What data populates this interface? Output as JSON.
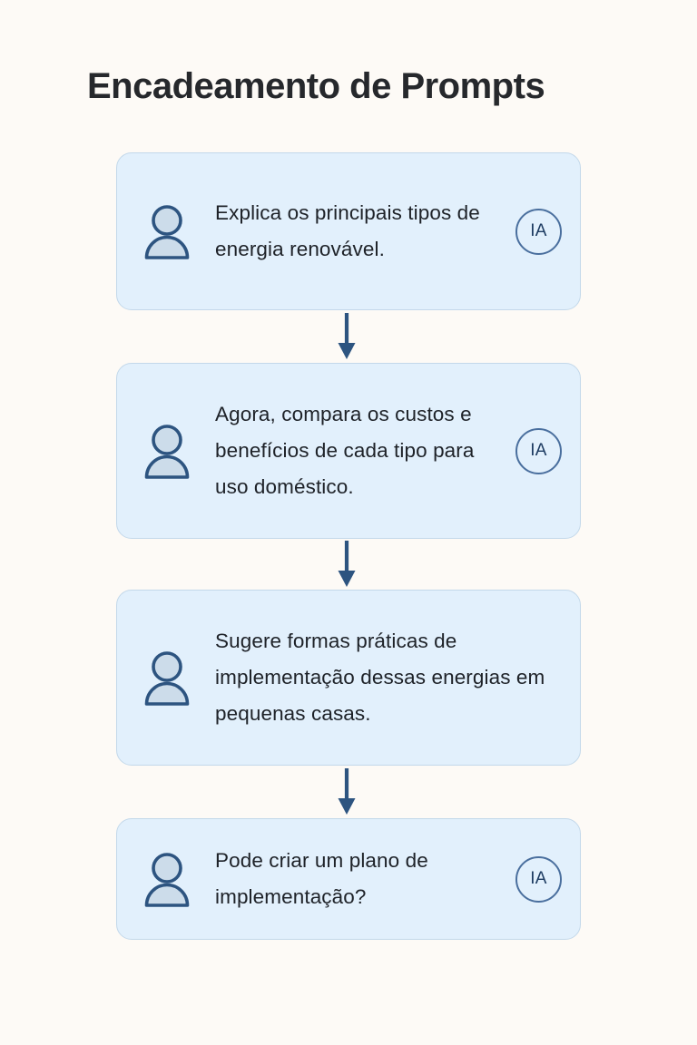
{
  "header": {
    "title": "Encadeamento de Prompts"
  },
  "colors": {
    "background": "#fdfaf6",
    "card_fill": "#e2f0fc",
    "card_border": "#c3d8ea",
    "accent_stroke": "#2d5480",
    "badge_border": "#4a6f9e",
    "badge_text": "#1d3b61",
    "text": "#1e2228",
    "title": "#26282c",
    "icon_fill": "#ccdcea"
  },
  "flow": {
    "connector_icon": "arrow-down-icon",
    "steps": [
      {
        "id": "step-1",
        "user_icon": "user-icon",
        "text": "Explica os principais tipos de energia renovável.",
        "badge": "IA",
        "has_badge": true
      },
      {
        "id": "step-2",
        "user_icon": "user-icon",
        "text": "Agora, compara os custos e benefícios de cada tipo para uso doméstico.",
        "badge": "IA",
        "has_badge": true
      },
      {
        "id": "step-3",
        "user_icon": "user-icon",
        "text": "Sugere formas práticas de implementação dessas energias em pequenas casas.",
        "badge": "",
        "has_badge": false
      },
      {
        "id": "step-4",
        "user_icon": "user-icon",
        "text": "Pode criar um plano de implementação?",
        "badge": "IA",
        "has_badge": true
      }
    ]
  }
}
